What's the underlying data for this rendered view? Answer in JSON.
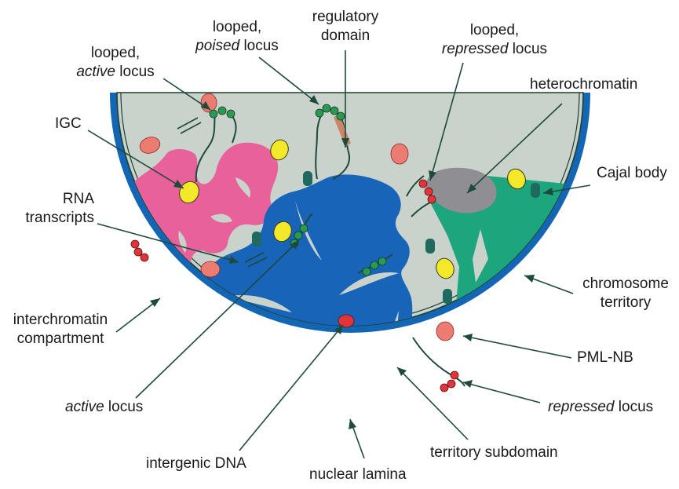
{
  "colors": {
    "lamina": "#1366b4",
    "nucleoplasm": "#c9d3cb",
    "blue_territory": "#1764b8",
    "pink_territory": "#e8619a",
    "green_territory": "#1da57e",
    "heterochromatin": "#8f8f93",
    "pml_nb": "#ec7c72",
    "igc": "#f3e92a",
    "cajal": "#1f6a5e",
    "red_locus": "#e0353b",
    "green_locus": "#2a9a52",
    "regulatory": "#c98565",
    "leader_line": "#1e4a3c"
  },
  "labels": {
    "looped_active_1": "looped,",
    "looped_active_2_em": "active",
    "looped_active_2_rest": " locus",
    "looped_poised_1": "looped,",
    "looped_poised_2_em": "poised",
    "looped_poised_2_rest": " locus",
    "regulatory_1": "regulatory",
    "regulatory_2": "domain",
    "looped_repressed_1": "looped,",
    "looped_repressed_2_em": "repressed",
    "looped_repressed_2_rest": " locus",
    "heterochromatin": "heterochromatin",
    "igc": "IGC",
    "cajal_body": "Cajal body",
    "rna_1": "RNA",
    "rna_2": "transcripts",
    "chromosome_1": "chromosome",
    "chromosome_2": "territory",
    "interchromatin_1": "interchromatin",
    "interchromatin_2": "compartment",
    "pml_nb": "PML-NB",
    "active_locus_em": "active",
    "active_locus_rest": " locus",
    "repressed_locus_em": "repressed",
    "repressed_locus_rest": " locus",
    "intergenic_dna": "intergenic DNA",
    "territory_subdomain": "territory subdomain",
    "nuclear_lamina": "nuclear lamina"
  }
}
